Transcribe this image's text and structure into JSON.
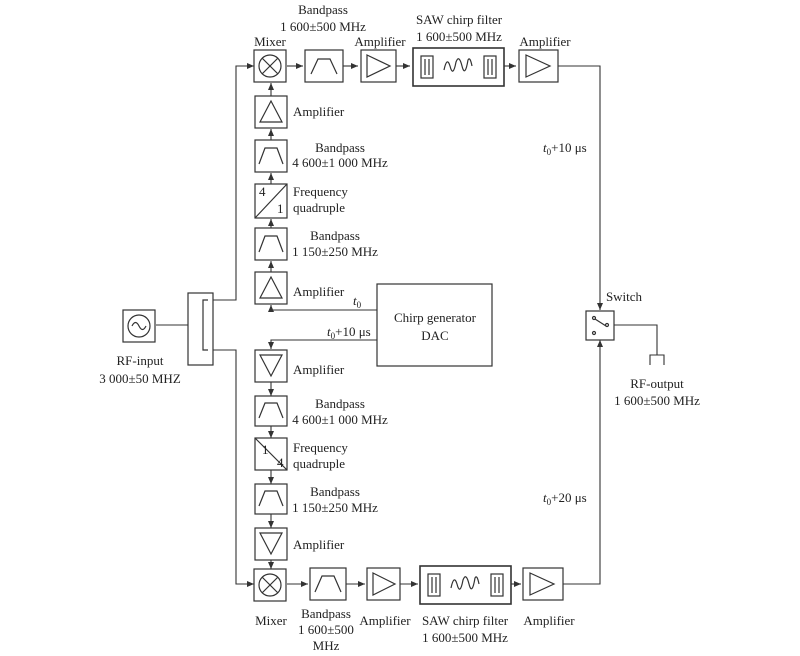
{
  "labels": {
    "rf_input": "RF-input",
    "rf_input_range": "3 000±50 MHZ",
    "top_bandpass": "Bandpass",
    "top_bandpass_range": "1 600±500 MHz",
    "top_mixer": "Mixer",
    "top_amp1": "Amplifier",
    "top_saw": "SAW chirp filter",
    "top_saw_range": "1 600±500 MHz",
    "top_amp2": "Amplifier",
    "up_amp_a": "Amplifier",
    "up_bp1": "Bandpass",
    "up_bp1_range": "4 600±1 000 MHz",
    "up_fq1": "Frequency",
    "up_fq2": "quadruple",
    "up_bp2": "Bandpass",
    "up_bp2_range": "1 150±250 MHz",
    "up_amp_b": "Amplifier",
    "t0": "t",
    "t0_sub": "0",
    "t0_10_bottom": "t",
    "t0_10_bottom_sub": "0",
    "t0_10_bottom_rest": "+10 μs",
    "chirp1": "Chirp generator",
    "chirp2": "DAC",
    "right_t10": "t",
    "right_t10_sub": "0",
    "right_t10_rest": "+10 μs",
    "switch": "Switch",
    "rf_output": "RF-output",
    "rf_output_range": "1 600±500 MHz",
    "down_amp_a": "Amplifier",
    "down_bp1": "Bandpass",
    "down_bp1_range": "4 600±1 000 MHz",
    "down_fq1": "Frequency",
    "down_fq2": "quadruple",
    "down_bp2": "Bandpass",
    "down_bp2_range": "1 150±250 MHz",
    "down_amp_b": "Amplifier",
    "right_t20": "t",
    "right_t20_sub": "0",
    "right_t20_rest": "+20 μs",
    "bot_mixer": "Mixer",
    "bot_bandpass": "Bandpass",
    "bot_bandpass_r1": "1 600±500",
    "bot_bandpass_r2": "MHz",
    "bot_amp1": "Amplifier",
    "bot_saw": "SAW chirp filter",
    "bot_saw_range": "1 600±500 MHz",
    "bot_amp2": "Amplifier",
    "div_top": "4",
    "div_bottom": "1",
    "mul_top": "1",
    "mul_bottom": "4"
  }
}
